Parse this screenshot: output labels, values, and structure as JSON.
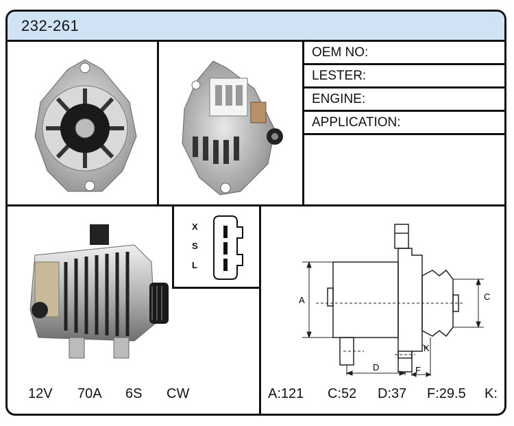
{
  "title": "232-261",
  "info_rows": [
    {
      "label": "OEM NO:"
    },
    {
      "label": "LESTER:"
    },
    {
      "label": "ENGINE:"
    },
    {
      "label": "APPLICATION:"
    }
  ],
  "connector_pins": [
    "X",
    "S",
    "L"
  ],
  "specs_left": [
    "12V",
    "70A",
    "6S",
    "CW"
  ],
  "specs_right": [
    "A:121",
    "C:52",
    "D:37",
    "F:29.5",
    "K:"
  ],
  "diagram_labels": {
    "a": "A",
    "c": "C",
    "d": "D",
    "f": "F",
    "k": "K"
  },
  "colors": {
    "title_bar": "#cfe3f5",
    "border": "#111111"
  }
}
